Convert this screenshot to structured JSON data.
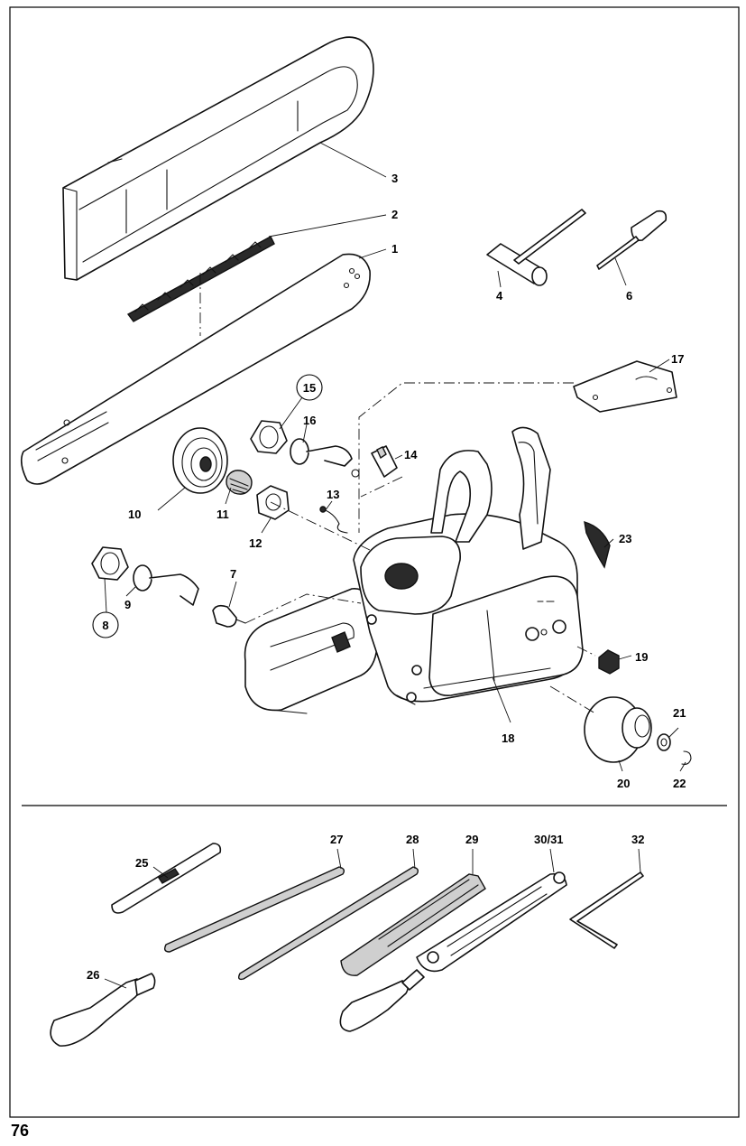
{
  "page": {
    "number": "76"
  },
  "callouts": [
    {
      "id": "c1",
      "label": "1"
    },
    {
      "id": "c2",
      "label": "2"
    },
    {
      "id": "c3",
      "label": "3"
    },
    {
      "id": "c4",
      "label": "4"
    },
    {
      "id": "c6",
      "label": "6"
    },
    {
      "id": "c7",
      "label": "7"
    },
    {
      "id": "c8",
      "label": "8"
    },
    {
      "id": "c9",
      "label": "9"
    },
    {
      "id": "c10",
      "label": "10"
    },
    {
      "id": "c11",
      "label": "11"
    },
    {
      "id": "c12",
      "label": "12"
    },
    {
      "id": "c13",
      "label": "13"
    },
    {
      "id": "c14",
      "label": "14"
    },
    {
      "id": "c15",
      "label": "15"
    },
    {
      "id": "c16",
      "label": "16"
    },
    {
      "id": "c17",
      "label": "17"
    },
    {
      "id": "c18",
      "label": "18"
    },
    {
      "id": "c19",
      "label": "19"
    },
    {
      "id": "c20",
      "label": "20"
    },
    {
      "id": "c21",
      "label": "21"
    },
    {
      "id": "c22",
      "label": "22"
    },
    {
      "id": "c23",
      "label": "23"
    },
    {
      "id": "c25",
      "label": "25"
    },
    {
      "id": "c26",
      "label": "26"
    },
    {
      "id": "c27",
      "label": "27"
    },
    {
      "id": "c28",
      "label": "28"
    },
    {
      "id": "c29",
      "label": "29"
    },
    {
      "id": "c30",
      "label": "30/31"
    },
    {
      "id": "c32",
      "label": "32"
    }
  ]
}
